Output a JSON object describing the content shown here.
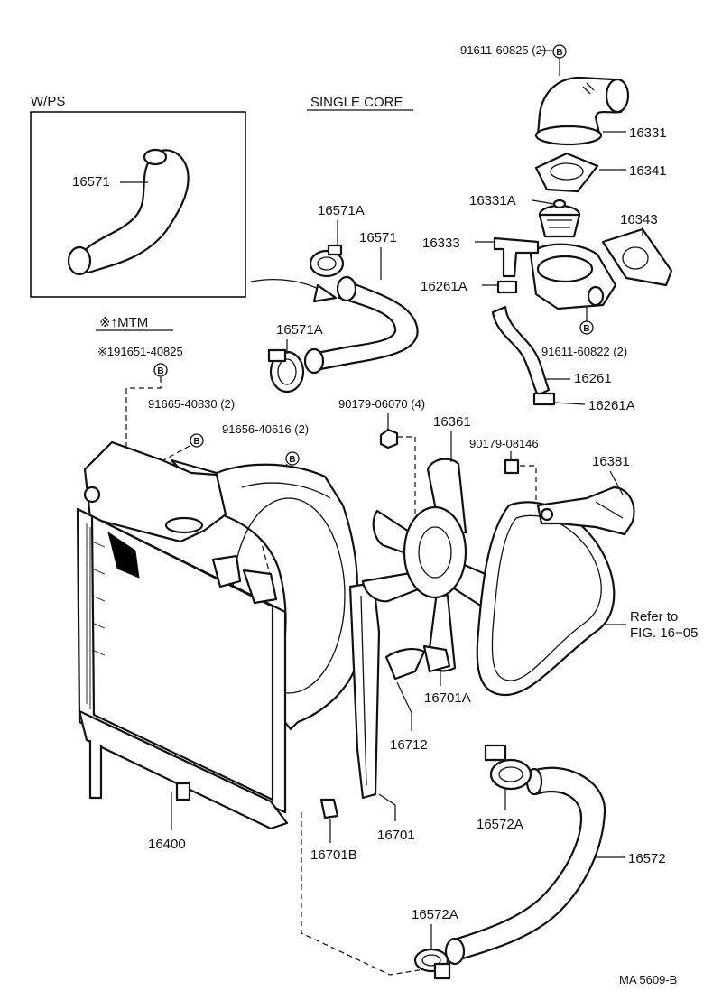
{
  "heading": {
    "wps": "W/PS",
    "single_core": "SINGLE CORE",
    "mtm": "※↑MTM",
    "refer_line1": "Refer to",
    "refer_line2": "FIG. 16−05",
    "figure_id": "MA 5609-B"
  },
  "bolt_marker": "B",
  "parts": {
    "p91611_60825": "91611-60825 (2)",
    "p16331": "16331",
    "p16341": "16341",
    "p16331A": "16331A",
    "p16343": "16343",
    "p16333": "16333",
    "p16261A_top": "16261A",
    "p91611_60822": "91611-60822 (2)",
    "p16261": "16261",
    "p16261A_bot": "16261A",
    "p16571_inset": "16571",
    "p16571A_top": "16571A",
    "p16571": "16571",
    "p16571A_mid": "16571A",
    "p191651_40825": "※191651-40825",
    "p91665_40830": "91665-40830 (2)",
    "p91656_40616": "91656-40616 (2)",
    "p90179_06070": "90179-06070 (4)",
    "p16361": "16361",
    "p90179_08146": "90179-08146",
    "p16381": "16381",
    "p16701A": "16701A",
    "p16712": "16712",
    "p16400": "16400",
    "p16701B": "16701B",
    "p16701": "16701",
    "p16572A_top": "16572A",
    "p16572": "16572",
    "p16572A_bot": "16572A"
  }
}
